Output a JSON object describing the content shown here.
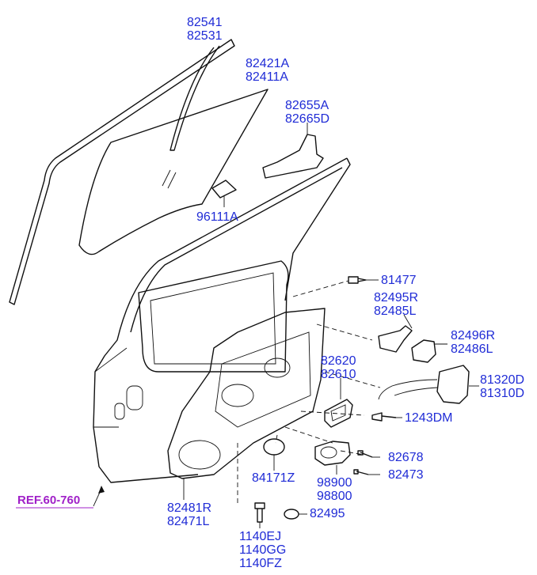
{
  "labels": {
    "window_run": [
      "82541",
      "82531"
    ],
    "door_glass": [
      "82421A",
      "82411A"
    ],
    "glass_bracket": [
      "82655A",
      "82665D"
    ],
    "delta_cover": [
      "96111A"
    ],
    "screw_81477": [
      "81477"
    ],
    "lock_bracket": [
      "82495R",
      "82485L"
    ],
    "lock_rod_holder": [
      "82496R",
      "82486L"
    ],
    "door_latch": [
      "81320D",
      "81310D"
    ],
    "inside_handle": [
      "82620",
      "82610"
    ],
    "bolt_1243dm": [
      "1243DM"
    ],
    "screw_82678": [
      "82678"
    ],
    "screw_82473": [
      "82473"
    ],
    "plug": [
      "84171Z"
    ],
    "regulator_motor": [
      "98900",
      "98800"
    ],
    "module_panel": [
      "82481R",
      "82471L"
    ],
    "oring": [
      "82495"
    ],
    "bolts": [
      "1140EJ",
      "1140GG",
      "1140FZ"
    ]
  },
  "reference": "REF.60-760",
  "colors": {
    "label": "#1f2bd6",
    "reference": "#a020c8",
    "line": "#111111"
  }
}
